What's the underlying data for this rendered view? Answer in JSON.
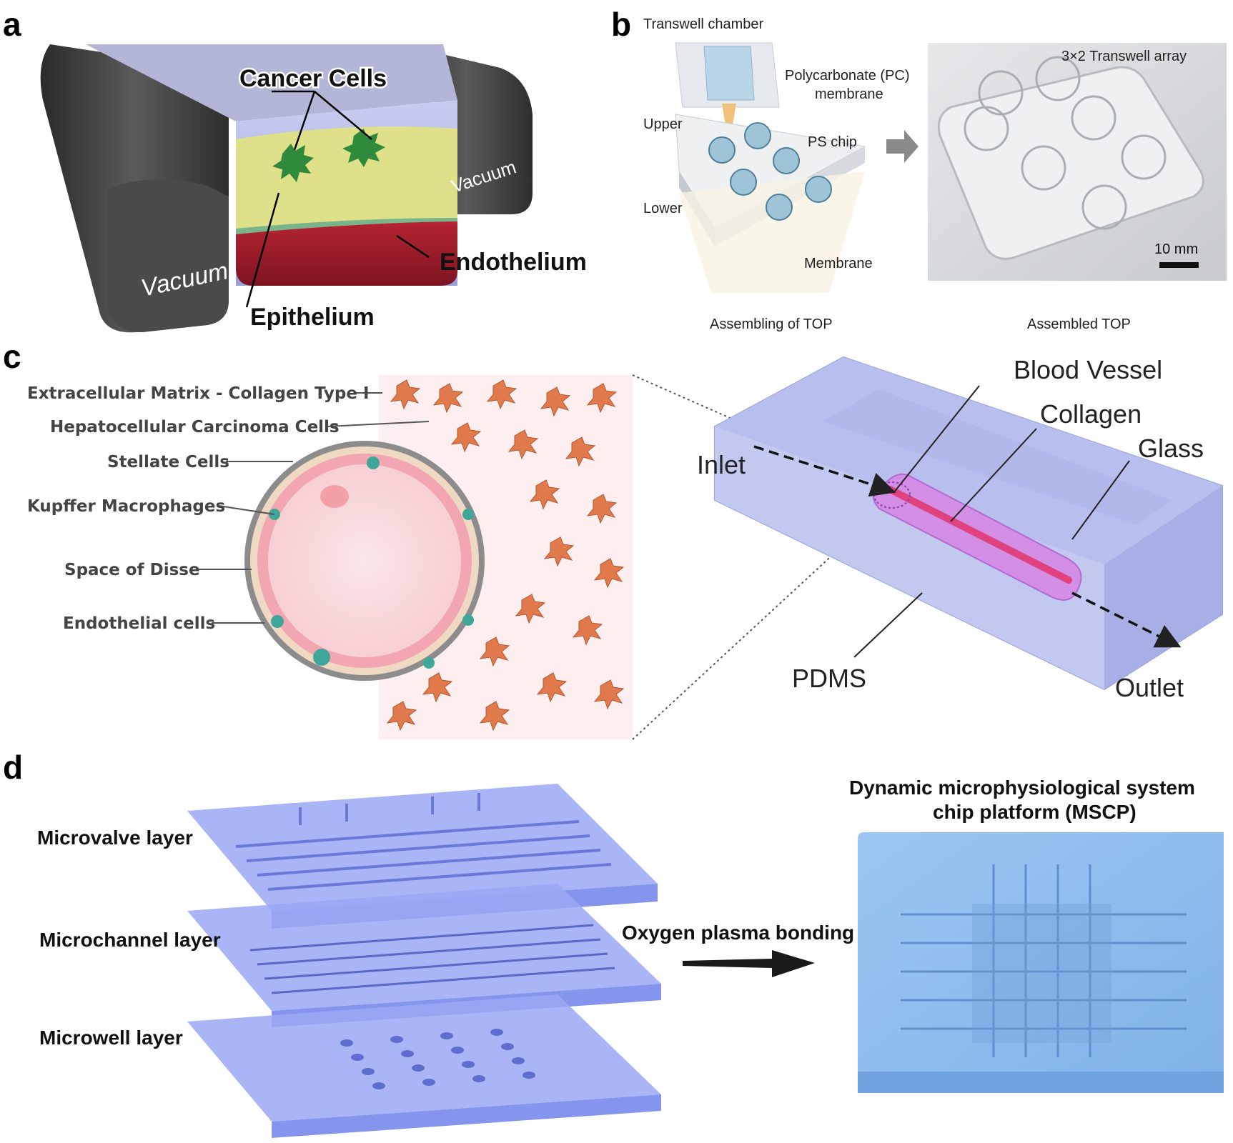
{
  "panel_labels": {
    "a": "a",
    "b": "b",
    "c": "c",
    "d": "d"
  },
  "panel_a": {
    "cancer_cells": "Cancer Cells",
    "vacuum_left": "Vacuum",
    "vacuum_right": "Vacuum",
    "endothelium": "Endothelium",
    "epithelium": "Epithelium"
  },
  "panel_b": {
    "transwell_chamber": "Transwell chamber",
    "pc_membrane_line1": "Polycarbonate (PC)",
    "pc_membrane_line2": "membrane",
    "upper": "Upper",
    "ps_chip": "PS chip",
    "lower": "Lower",
    "membrane": "Membrane",
    "array_label": "3×2 Transwell array",
    "scale_bar": "10 mm",
    "caption_left": "Assembling of TOP",
    "caption_right": "Assembled TOP"
  },
  "panel_c": {
    "ecm": "Extracellular Matrix - Collagen Type I",
    "hcc": "Hepatocellular Carcinoma Cells",
    "stellate": "Stellate Cells",
    "kupffer": "Kupffer Macrophages",
    "disse": "Space of Disse",
    "endothelial": "Endothelial cells",
    "blood_vessel": "Blood Vessel",
    "collagen": "Collagen",
    "glass": "Glass",
    "inlet": "Inlet",
    "pdms": "PDMS",
    "outlet": "Outlet"
  },
  "panel_d": {
    "microvalve": "Microvalve layer",
    "microchannel": "Microchannel layer",
    "microwell": "Microwell layer",
    "bonding": "Oxygen plasma bonding",
    "title_line1": "Dynamic microphysiological system",
    "title_line2": "chip platform (MSCP)"
  },
  "colors": {
    "chip_blue": "#8fa3f2",
    "vessel_pink": "#e0427e",
    "cell_orange": "#e07a4d",
    "tissue_yellow": "#dfe08a",
    "tissue_red": "#a81e2c"
  }
}
